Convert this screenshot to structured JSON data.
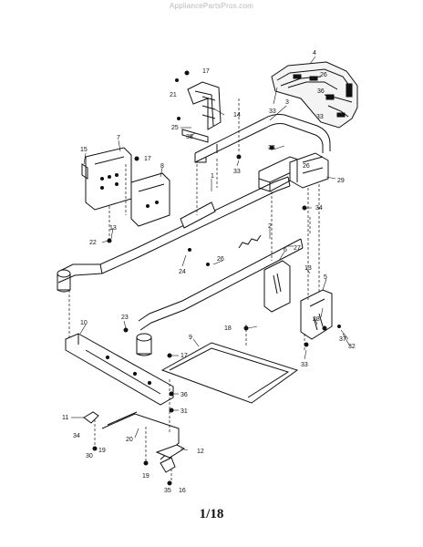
{
  "watermark": "AppliancePartsPros.com",
  "page_number": "1/18",
  "callouts": {
    "c1": "1",
    "c2": "2",
    "c3": "3",
    "c4": "4",
    "c5": "5",
    "c6": "6",
    "c7": "7",
    "c8": "8",
    "c9": "9",
    "c10": "10",
    "c11": "11",
    "c12": "12",
    "c13a": "13",
    "c13b": "13",
    "c14": "14",
    "c15": "15",
    "c16": "16",
    "c17a": "17",
    "c17b": "17",
    "c17c": "17",
    "c18": "18",
    "c19a": "19",
    "c19b": "19",
    "c20": "20",
    "c21": "21",
    "c22": "22",
    "c23": "23",
    "c24": "24",
    "c25": "25",
    "c26a": "26",
    "c26b": "26",
    "c27": "27",
    "c28": "28",
    "c29": "29",
    "c30": "30",
    "c31": "31",
    "c32": "32",
    "c33a": "33",
    "c33b": "33",
    "c33c": "33",
    "c33d": "33",
    "c33e": "33",
    "c34a": "34",
    "c34b": "34",
    "c35": "35",
    "c36a": "36",
    "c36b": "36",
    "c37": "37",
    "c38": "38"
  }
}
